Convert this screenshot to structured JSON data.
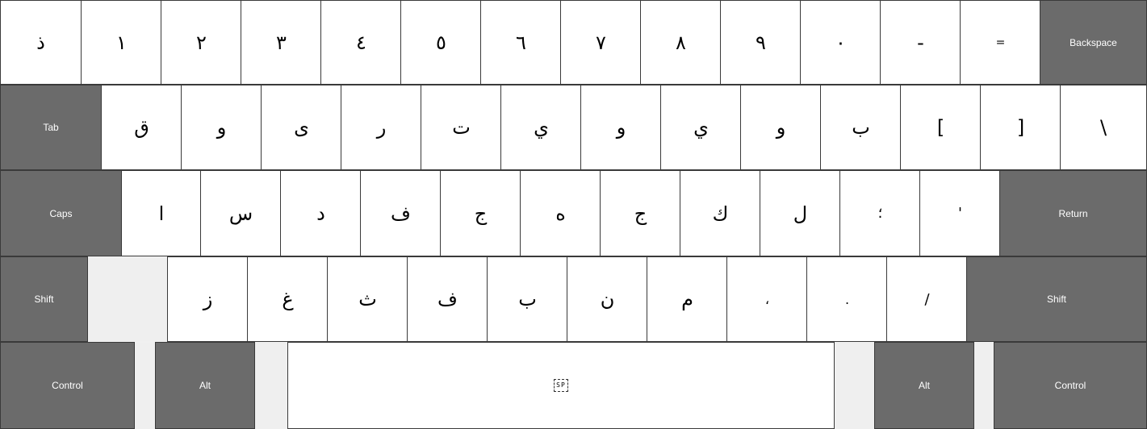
{
  "rows": [
    [
      {
        "label": "ذ",
        "type": "char"
      },
      {
        "label": "١",
        "type": "char"
      },
      {
        "label": "٢",
        "type": "char"
      },
      {
        "label": "٣",
        "type": "char"
      },
      {
        "label": "٤",
        "type": "char"
      },
      {
        "label": "٥",
        "type": "char"
      },
      {
        "label": "٦",
        "type": "char"
      },
      {
        "label": "٧",
        "type": "char"
      },
      {
        "label": "٨",
        "type": "char"
      },
      {
        "label": "٩",
        "type": "char"
      },
      {
        "label": "٠",
        "type": "char"
      },
      {
        "label": "-",
        "type": "char"
      },
      {
        "label": "=",
        "type": "char"
      },
      {
        "label": "Backspace",
        "type": "mod"
      }
    ],
    [
      {
        "label": "Tab",
        "type": "mod"
      },
      {
        "label": "ق",
        "type": "char"
      },
      {
        "label": "و",
        "type": "char"
      },
      {
        "label": "ى",
        "type": "char"
      },
      {
        "label": "ر",
        "type": "char"
      },
      {
        "label": "ت",
        "type": "char"
      },
      {
        "label": "ي",
        "type": "char"
      },
      {
        "label": "و",
        "type": "char"
      },
      {
        "label": "ي",
        "type": "char"
      },
      {
        "label": "و",
        "type": "char"
      },
      {
        "label": "ب",
        "type": "char"
      },
      {
        "label": "[",
        "type": "char"
      },
      {
        "label": "]",
        "type": "char"
      },
      {
        "label": "\\",
        "type": "char"
      }
    ],
    [
      {
        "label": "Caps",
        "type": "mod"
      },
      {
        "label": "ا",
        "type": "char"
      },
      {
        "label": "س",
        "type": "char"
      },
      {
        "label": "د",
        "type": "char"
      },
      {
        "label": "ف",
        "type": "char"
      },
      {
        "label": "ج",
        "type": "char"
      },
      {
        "label": "ه",
        "type": "char"
      },
      {
        "label": "ج",
        "type": "char"
      },
      {
        "label": "ك",
        "type": "char"
      },
      {
        "label": "ل",
        "type": "char"
      },
      {
        "label": "؛",
        "type": "char"
      },
      {
        "label": "'",
        "type": "char"
      },
      {
        "label": "Return",
        "type": "mod"
      }
    ],
    [
      {
        "label": "Shift",
        "type": "mod"
      },
      {
        "label": "ز",
        "type": "char"
      },
      {
        "label": "غ",
        "type": "char"
      },
      {
        "label": "ث",
        "type": "char"
      },
      {
        "label": "ف",
        "type": "char"
      },
      {
        "label": "ب",
        "type": "char"
      },
      {
        "label": "ن",
        "type": "char"
      },
      {
        "label": "م",
        "type": "char"
      },
      {
        "label": "،",
        "type": "char"
      },
      {
        "label": ".",
        "type": "char"
      },
      {
        "label": "/",
        "type": "char"
      },
      {
        "label": "Shift",
        "type": "mod"
      }
    ],
    [
      {
        "label": "Control",
        "type": "mod"
      },
      {
        "label": "Alt",
        "type": "mod"
      },
      {
        "label": "SP",
        "type": "space"
      },
      {
        "label": "Alt",
        "type": "mod"
      },
      {
        "label": "Control",
        "type": "mod"
      }
    ]
  ],
  "colors": {
    "modifier_key": "#6b6b6b",
    "character_key": "#ffffff",
    "background": "#f0f0f0",
    "border": "#3a3a3a"
  }
}
